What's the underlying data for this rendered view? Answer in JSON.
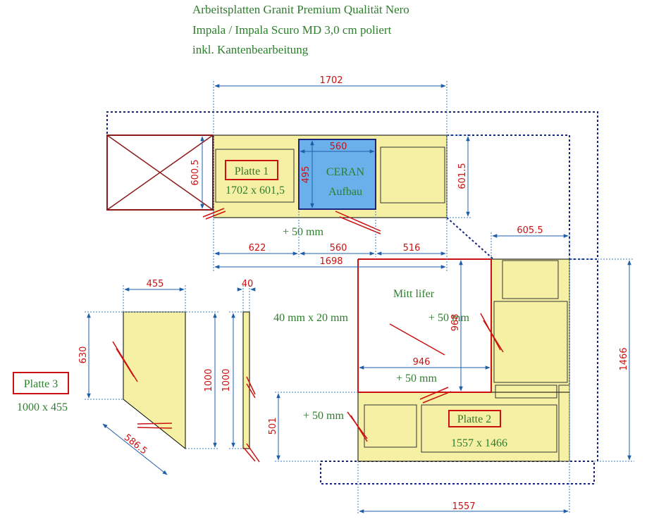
{
  "header": {
    "line1": "Arbeitsplatten Granit  Premium Qualität Nero",
    "line2": "Impala / Impala Scuro MD 3,0 cm poliert",
    "line3": "inkl. Kantenbearbeitung"
  },
  "plate1": {
    "label": "Platte 1",
    "size": "1702 x 601,5",
    "cooktop_line1": "CERAN",
    "cooktop_line2": "Aufbau",
    "extra": "+ 50 mm"
  },
  "plate2": {
    "label": "Platte 2",
    "size": "1557 x 1466",
    "note_mitt": "Mitt lifer",
    "extra_right": "+ 50 mm",
    "extra_inner": "+ 50 mm",
    "extra_left": "+ 50 mm"
  },
  "plate3": {
    "label": "Platte 3",
    "size": "1000 x 455",
    "strip_note": "40 mm x 20 mm"
  },
  "dimensions": {
    "d1702": "1702",
    "d560_top": "560",
    "d495": "495",
    "d600_5": "600.5",
    "d601_5": "601.5",
    "d622": "622",
    "d560": "560",
    "d516": "516",
    "d1698": "1698",
    "d605_5": "605.5",
    "d968": "968",
    "d946": "946",
    "d1466": "1466",
    "d501": "501",
    "d1557": "1557",
    "d455": "455",
    "d40": "40",
    "d630": "630",
    "d1000_a": "1000",
    "d1000_b": "1000",
    "d586_5": "586.5"
  },
  "colors": {
    "countertop": "#f6f0a4",
    "cooktop": "#6ab0ea",
    "label_text": "#2e7d2e",
    "dimension_text": "#cc1111",
    "dimension_line": "#1f5fa8",
    "wall_outline": "#1a237e",
    "edge_mark": "#cc1111"
  }
}
